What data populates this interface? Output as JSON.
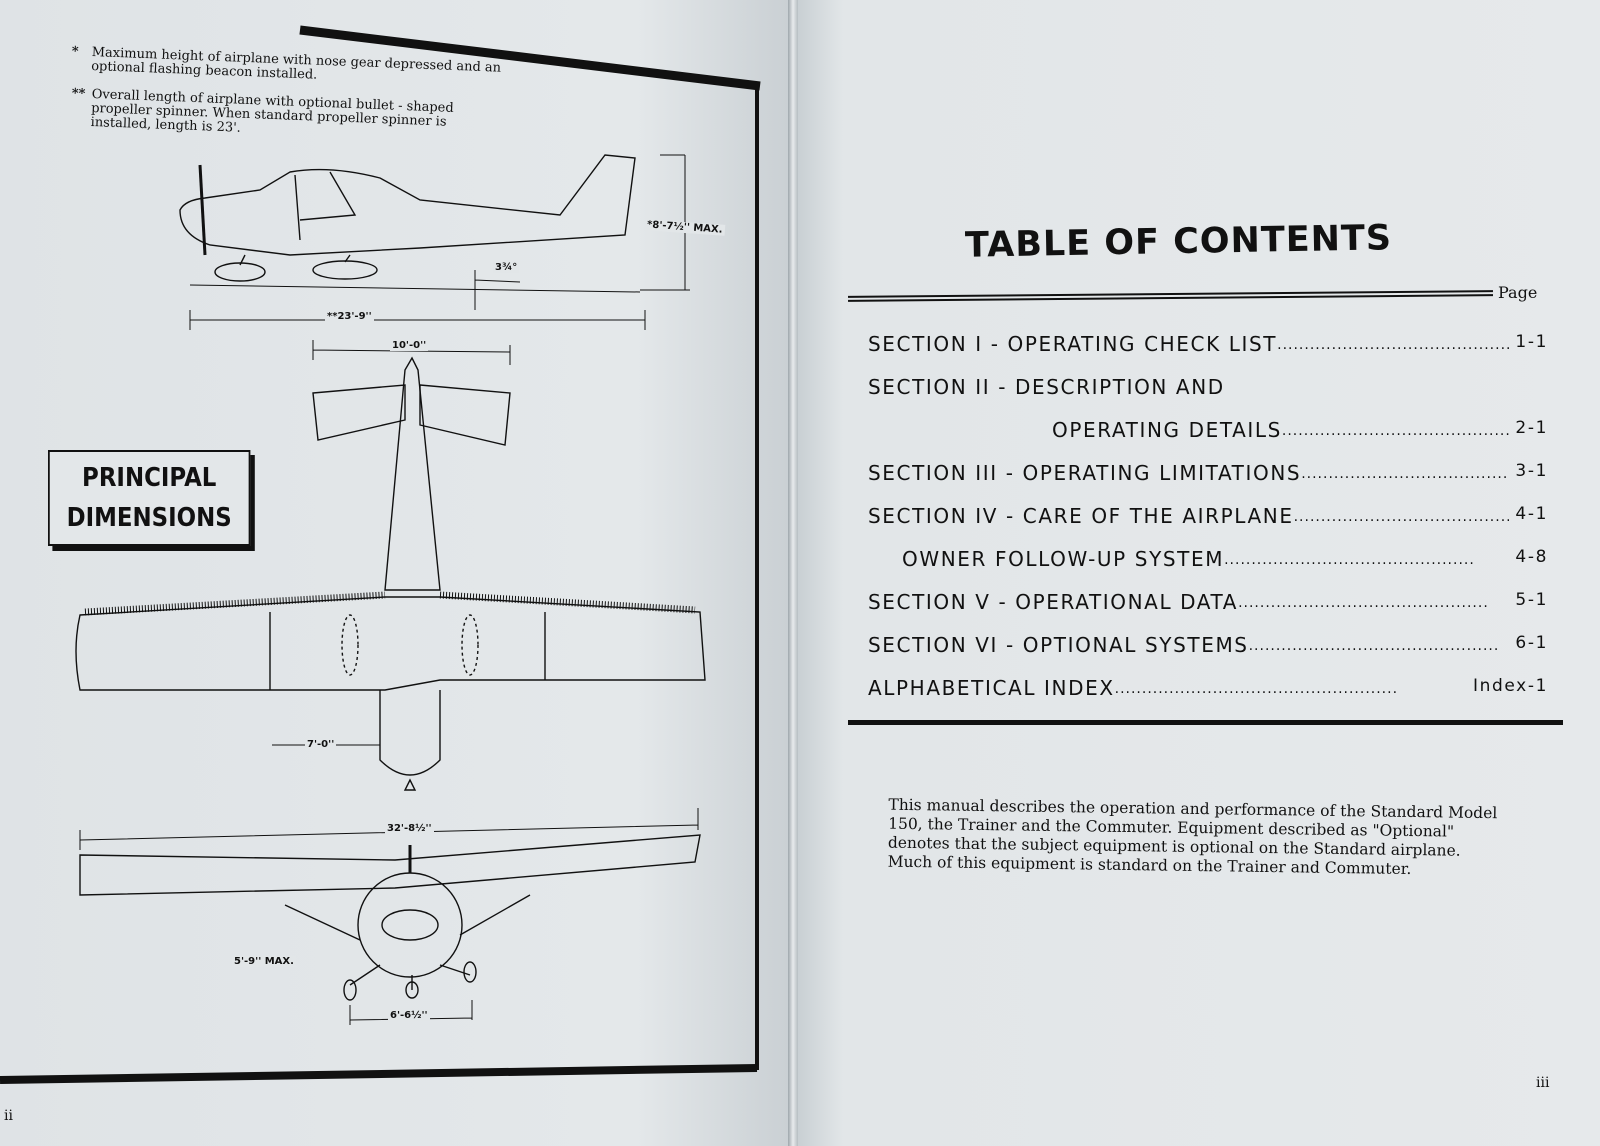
{
  "left_page": {
    "notes": [
      {
        "marker": "*",
        "text": "Maximum height of airplane with nose gear depressed and an optional flashing beacon installed."
      },
      {
        "marker": "**",
        "text": "Overall length of airplane with optional bullet - shaped propeller spinner.  When standard propeller spinner is installed, length is 23'."
      }
    ],
    "box_title_line1": "PRINCIPAL",
    "box_title_line2": "DIMENSIONS",
    "dimensions": {
      "height": "*8'-7½'' MAX.",
      "angle": "3¾°",
      "length": "**23'-9''",
      "stabilizer_span": "10'-0''",
      "wheel_track_offset": "7'-0''",
      "wing_span": "32'-8½''",
      "front_height": "5'-9'' MAX.",
      "main_gear_track": "6'-6½''"
    },
    "folio": "ii"
  },
  "right_page": {
    "title": "TABLE OF CONTENTS",
    "page_column_label": "Page",
    "entries": [
      {
        "label": "SECTION I   - OPERATING CHECK LIST",
        "page": "1-1"
      },
      {
        "label": "SECTION II  - DESCRIPTION AND",
        "page": ""
      },
      {
        "label": "OPERATING DETAILS",
        "page": "2-1"
      },
      {
        "label": "SECTION III - OPERATING LIMITATIONS",
        "page": "3-1"
      },
      {
        "label": "SECTION IV - CARE OF THE AIRPLANE",
        "page": "4-1"
      },
      {
        "label": "OWNER FOLLOW-UP SYSTEM",
        "page": "4-8"
      },
      {
        "label": "SECTION V  - OPERATIONAL DATA",
        "page": "5-1"
      },
      {
        "label": "SECTION VI - OPTIONAL SYSTEMS",
        "page": "6-1"
      },
      {
        "label": "ALPHABETICAL INDEX",
        "page": "Index-1"
      }
    ],
    "description": "This manual describes the operation and performance of the Standard Model 150, the Trainer and the Commuter.  Equipment described as \"Optional\" denotes that the subject equipment is optional on the Standard airplane.  Much of this equipment is standard on the Trainer and Commuter.",
    "folio": "iii"
  }
}
